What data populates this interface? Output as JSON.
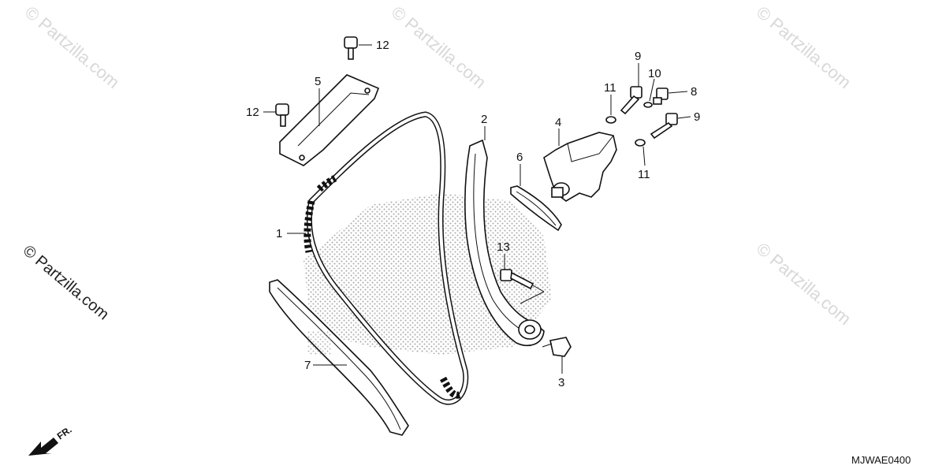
{
  "watermark": "© Partzilla.com",
  "diagram_code": "MJWAE0400",
  "front_label": "FR.",
  "callouts": {
    "c1": "1",
    "c2": "2",
    "c3": "3",
    "c4": "4",
    "c5": "5",
    "c6": "6",
    "c7": "7",
    "c8": "8",
    "c9a": "9",
    "c9b": "9",
    "c10": "10",
    "c11a": "11",
    "c11b": "11",
    "c12a": "12",
    "c12b": "12",
    "c13": "13"
  },
  "parts": [
    {
      "ref": "1",
      "icon": "cam-chain-icon"
    },
    {
      "ref": "2",
      "icon": "tensioner-arm-icon"
    },
    {
      "ref": "3",
      "icon": "pivot-bolt-icon"
    },
    {
      "ref": "4",
      "icon": "cam-chain-tensioner-lifter-icon"
    },
    {
      "ref": "5",
      "icon": "chain-guide-plate-icon"
    },
    {
      "ref": "6",
      "icon": "gasket-icon"
    },
    {
      "ref": "7",
      "icon": "chain-guide-icon"
    },
    {
      "ref": "8",
      "icon": "sealing-bolt-icon"
    },
    {
      "ref": "9",
      "icon": "flange-bolt-icon"
    },
    {
      "ref": "10",
      "icon": "washer-icon"
    },
    {
      "ref": "11",
      "icon": "washer-icon"
    },
    {
      "ref": "12",
      "icon": "flange-bolt-icon"
    },
    {
      "ref": "13",
      "icon": "flange-bolt-icon"
    }
  ]
}
